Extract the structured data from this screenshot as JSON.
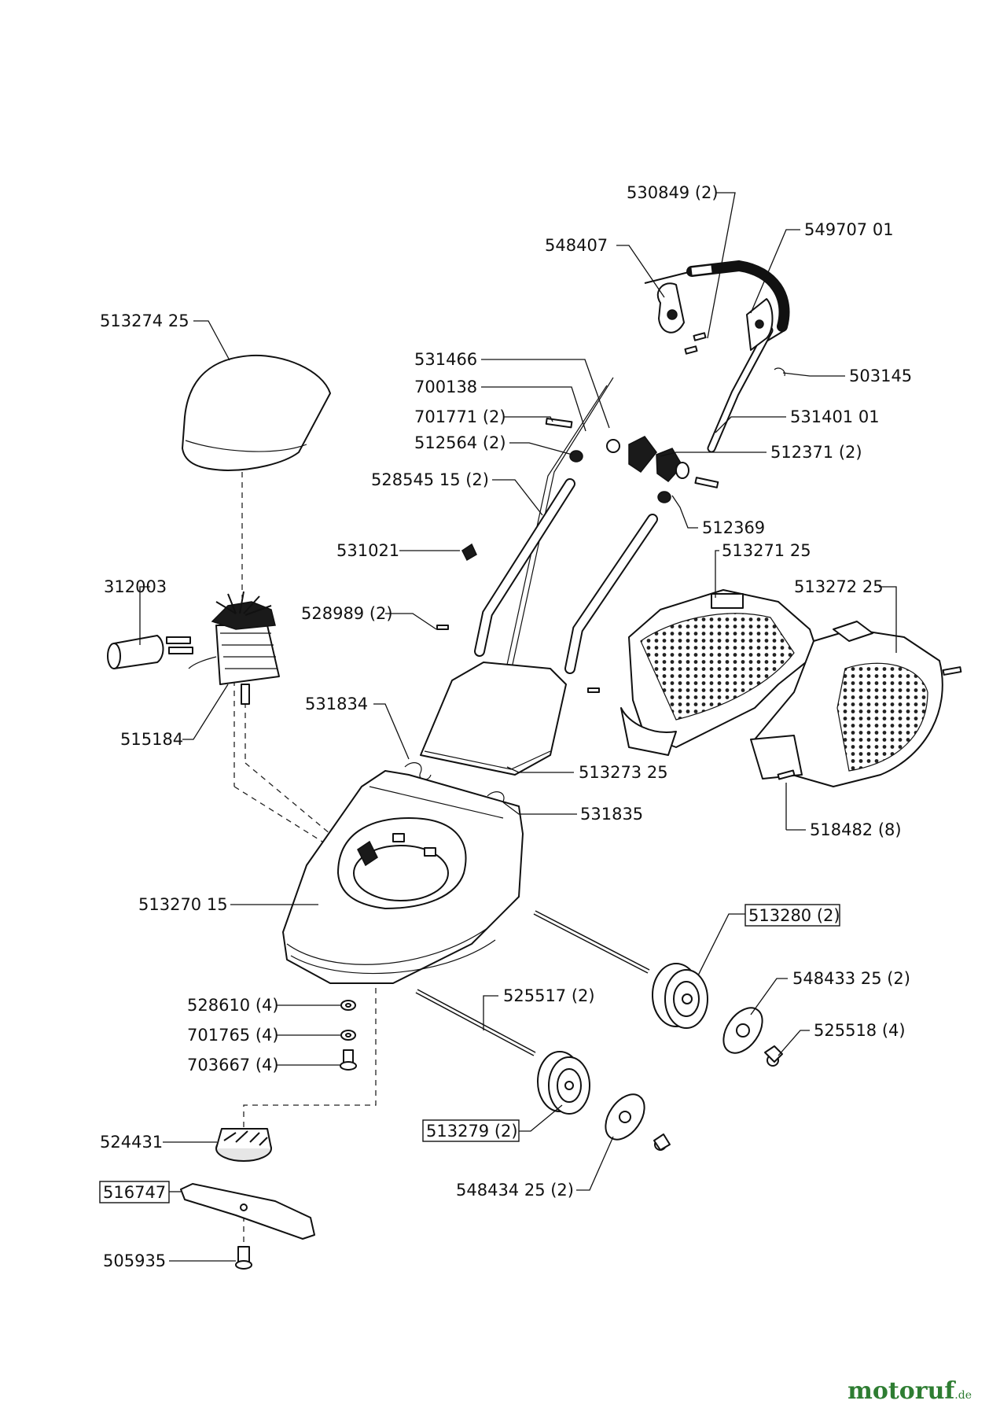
{
  "watermark": {
    "name": "motoruf",
    "tld": ".de"
  },
  "parts": [
    {
      "id": "530849",
      "label": "530849 (2)"
    },
    {
      "id": "549707",
      "label": "549707 01"
    },
    {
      "id": "548407",
      "label": "548407"
    },
    {
      "id": "513274",
      "label": "513274 25"
    },
    {
      "id": "531466",
      "label": "531466"
    },
    {
      "id": "503145",
      "label": "503145"
    },
    {
      "id": "700138",
      "label": "700138"
    },
    {
      "id": "531401",
      "label": "531401 01"
    },
    {
      "id": "701771",
      "label": "701771 (2)"
    },
    {
      "id": "512564",
      "label": "512564 (2)"
    },
    {
      "id": "512371",
      "label": "512371 (2)"
    },
    {
      "id": "528545",
      "label": "528545 15 (2)"
    },
    {
      "id": "512369",
      "label": "512369"
    },
    {
      "id": "531021",
      "label": "531021"
    },
    {
      "id": "513271",
      "label": "513271 25"
    },
    {
      "id": "312003",
      "label": "312003"
    },
    {
      "id": "513272",
      "label": "513272 25"
    },
    {
      "id": "528989",
      "label": "528989 (2)"
    },
    {
      "id": "531834",
      "label": "531834"
    },
    {
      "id": "515184",
      "label": "515184"
    },
    {
      "id": "513273",
      "label": "513273 25"
    },
    {
      "id": "531835",
      "label": "531835"
    },
    {
      "id": "518482",
      "label": "518482 (8)"
    },
    {
      "id": "513270",
      "label": "513270 15"
    },
    {
      "id": "513280",
      "label": "513280 (2)"
    },
    {
      "id": "548433",
      "label": "548433 25 (2)"
    },
    {
      "id": "528610",
      "label": "528610 (4)"
    },
    {
      "id": "525517",
      "label": "525517 (2)"
    },
    {
      "id": "525518",
      "label": "525518 (4)"
    },
    {
      "id": "701765",
      "label": "701765 (4)"
    },
    {
      "id": "703667",
      "label": "703667 (4)"
    },
    {
      "id": "524431",
      "label": "524431"
    },
    {
      "id": "513279",
      "label": "513279 (2)"
    },
    {
      "id": "516747",
      "label": "516747"
    },
    {
      "id": "548434",
      "label": "548434 25 (2)"
    },
    {
      "id": "505935",
      "label": "505935"
    }
  ]
}
